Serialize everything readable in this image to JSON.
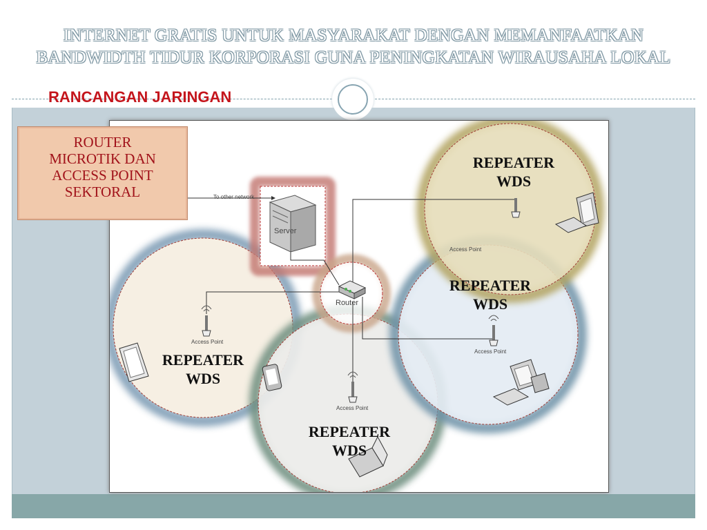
{
  "slide": {
    "title_line1": "INTERNET GRATIS UNTUK MASYARAKAT DENGAN MEMANFAATKAN",
    "title_line2": "BANDWIDTH TIDUR KORPORASI GUNA PENINGKATAN WIRAUSAHA LOKAL",
    "subtitle": "RANCANGAN JARINGAN",
    "callout": [
      "ROUTER",
      "MICROTIK DAN",
      "ACCESS POINT",
      "SEKTORAL"
    ]
  },
  "diagram": {
    "other_network_label": "To other network",
    "server_label": "Server",
    "router_label": "Router",
    "access_point_label": "Access Point",
    "repeater_label_line1": "REPEATER",
    "repeater_label_line2": "WDS"
  },
  "colors": {
    "title_outline": "#7d96a2",
    "subtitle": "#c4151c",
    "callout_bg": "#f1c9ac",
    "callout_text": "#a1121a",
    "zone_left": "#f6efe3",
    "zone_bottom": "#ececea",
    "zone_right": "#e4ecf3",
    "zone_top_right": "#e6ddb9"
  }
}
